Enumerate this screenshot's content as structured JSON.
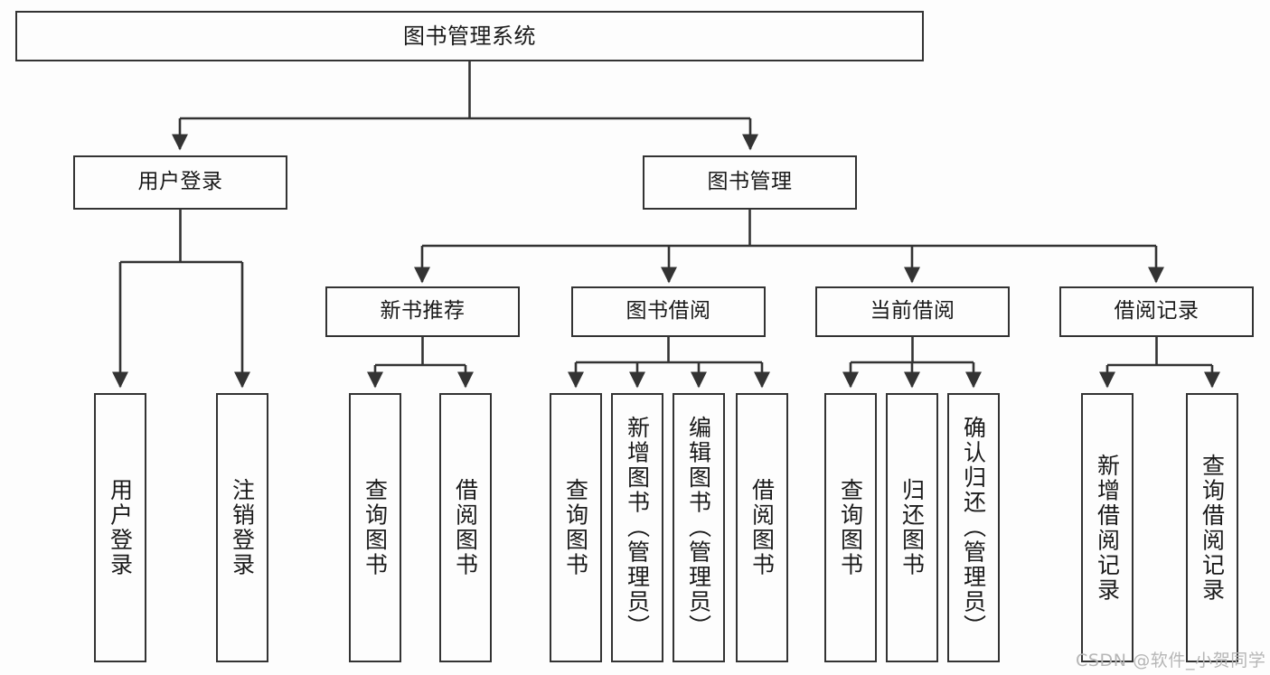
{
  "diagram": {
    "type": "tree-hierarchy-chart",
    "title": "图书管理系统",
    "background_color": "#fdfdfd",
    "line_color": "#333333",
    "text_color": "#1a1a1a",
    "root": {
      "label": "图书管理系统"
    },
    "level2": [
      {
        "label": "用户登录"
      },
      {
        "label": "图书管理"
      }
    ],
    "level3": [
      {
        "label": "新书推荐"
      },
      {
        "label": "图书借阅"
      },
      {
        "label": "当前借阅"
      },
      {
        "label": "借阅记录"
      }
    ],
    "leaves": {
      "user_login": [
        {
          "label": "用户登录"
        },
        {
          "label": "注销登录"
        }
      ],
      "new_book_recommend": [
        {
          "label": "查询图书"
        },
        {
          "label": "借阅图书"
        }
      ],
      "book_borrow": [
        {
          "label": "查询图书"
        },
        {
          "label": "新增图书（管理员）"
        },
        {
          "label": "编辑图书（管理员）"
        },
        {
          "label": "借阅图书"
        }
      ],
      "current_borrow": [
        {
          "label": "查询图书"
        },
        {
          "label": "归还图书"
        },
        {
          "label": "确认归还（管理员）"
        }
      ],
      "borrow_record": [
        {
          "label": "新增借阅记录"
        },
        {
          "label": "查询借阅记录"
        }
      ]
    }
  },
  "watermark": {
    "text": "CSDN @软件_小贺同学"
  }
}
